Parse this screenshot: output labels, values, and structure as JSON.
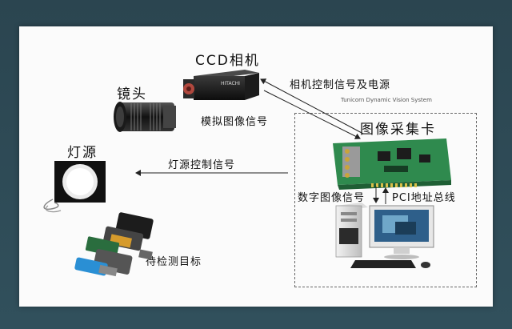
{
  "diagram": {
    "ccd_camera": "CCD相机",
    "lens": "镜头",
    "light_source": "灯源",
    "control_power": "相机控制信号及电源",
    "vendor_text": "Tunicorn Dynamic Vision System",
    "analog_signal": "模拟图像信号",
    "capture_card": "图像采集卡",
    "light_control": "灯源控制信号",
    "digital_signal": "数字图像信号",
    "pci_bus": "PCI地址总线",
    "target": "待检测目标",
    "camera_brand": "HITACHI"
  },
  "colors": {
    "background": "#2d4752",
    "slide": "#fbfbfb",
    "board_green": "#2f8a4e",
    "text": "#111111"
  }
}
